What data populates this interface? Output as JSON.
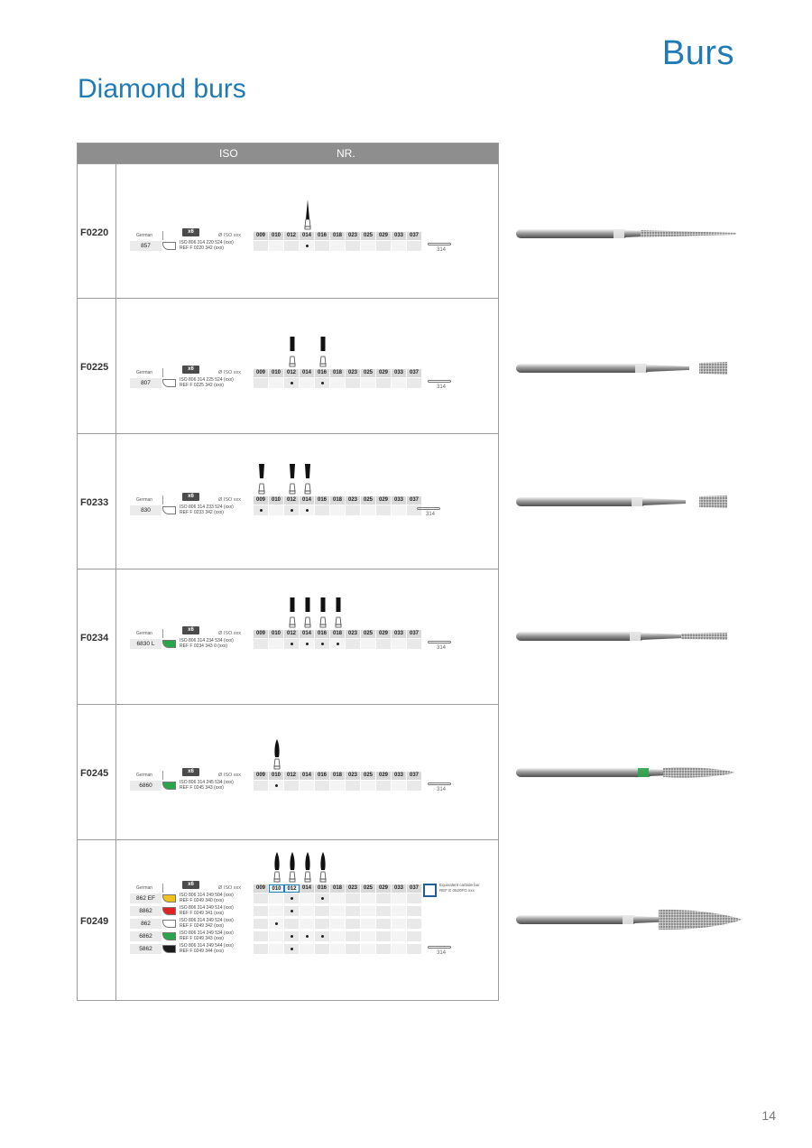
{
  "header": {
    "section_title": "Burs",
    "page_title": "Diamond burs"
  },
  "table_header": {
    "iso": "ISO",
    "nr": "NR."
  },
  "common": {
    "german_label": "German",
    "pack": "x6",
    "iso_label": "Ø ISO xxx",
    "shank": "314"
  },
  "sizes": [
    "009",
    "010",
    "012",
    "014",
    "016",
    "018",
    "023",
    "025",
    "029",
    "033",
    "037"
  ],
  "rows": [
    {
      "code": "F0220",
      "variants": [
        {
          "number": "857",
          "color": "#ffffff",
          "iso": "ISO 806 314 220 524 (xxx)",
          "ref": "REF F 0220 342 (xxx)",
          "marks": [
            "014"
          ]
        }
      ]
    },
    {
      "code": "F0225",
      "variants": [
        {
          "number": "807",
          "color": "#ffffff",
          "iso": "ISO 806 314 225 524 (xxx)",
          "ref": "REF F 0225 342 (xxx)",
          "marks": [
            "012",
            "016"
          ]
        }
      ]
    },
    {
      "code": "F0233",
      "variants": [
        {
          "number": "830",
          "color": "#ffffff",
          "iso": "ISO 806 314 233 524 (xxx)",
          "ref": "REF F 0233 342 (xxx)",
          "marks": [
            "009",
            "012",
            "014"
          ]
        }
      ]
    },
    {
      "code": "F0234",
      "variants": [
        {
          "number": "6830 L",
          "color": "#2aa54a",
          "iso": "ISO 806 314 234 534 (xxx)",
          "ref": "REF F 0234 343 0 (xxx)",
          "marks": [
            "012",
            "014",
            "016",
            "018"
          ]
        }
      ]
    },
    {
      "code": "F0245",
      "variants": [
        {
          "number": "6860",
          "color": "#2aa54a",
          "iso": "ISO 806 314 245 534 (xxx)",
          "ref": "REF F 0245 343 (xxx)",
          "marks": [
            "010"
          ]
        }
      ]
    },
    {
      "code": "F0249",
      "equivalent": {
        "line1": "Equivalent carbide bur",
        "line2": "REF E 0520FG xxx"
      },
      "variants": [
        {
          "number": "862 EF",
          "color": "#f2c21c",
          "iso": "ISO 806 314 249 504 (xxx)",
          "ref": "REF F 0249 340 (xxx)",
          "marks": [
            "012",
            "016"
          ]
        },
        {
          "number": "8862",
          "color": "#e02222",
          "iso": "ISO 806 314 249 514 (xxx)",
          "ref": "REF F 0249 341 (xxx)",
          "marks": [
            "012"
          ]
        },
        {
          "number": "862",
          "color": "#ffffff",
          "iso": "ISO 806 314 249 524 (xxx)",
          "ref": "REF F 0249 342 (xxx)",
          "marks": [
            "010"
          ]
        },
        {
          "number": "6862",
          "color": "#2aa54a",
          "iso": "ISO 806 314 249 534 (xxx)",
          "ref": "REF F 0249 343 (xxx)",
          "marks": [
            "012",
            "014",
            "016"
          ]
        },
        {
          "number": "5862",
          "color": "#1a1a1a",
          "iso": "ISO 806 314 249 544 (xxx)",
          "ref": "REF F 0249 344 (xxx)",
          "marks": [
            "012"
          ]
        }
      ]
    }
  ],
  "page_number": "14"
}
